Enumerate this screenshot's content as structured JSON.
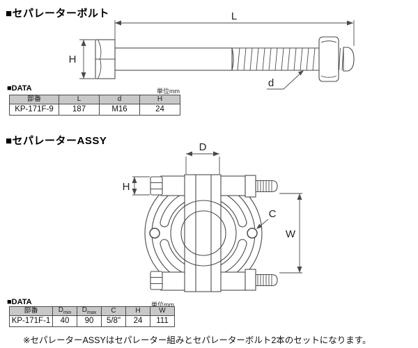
{
  "section1": {
    "title": "■セパレーターボルト"
  },
  "section2": {
    "title": "■セパレーターASSY"
  },
  "table1": {
    "label": "■DATA",
    "unit": "単位mm",
    "headers": [
      "部番",
      "L",
      "d",
      "H"
    ],
    "rows": [
      [
        "KP-171F-9",
        "187",
        "M16",
        "24"
      ]
    ]
  },
  "table2": {
    "label": "■DATA",
    "unit": "単位mm",
    "headers": [
      {
        "main": "部番",
        "sub": ""
      },
      {
        "main": "D",
        "sub": "min"
      },
      {
        "main": "D",
        "sub": "max"
      },
      {
        "main": "C",
        "sub": ""
      },
      {
        "main": "H",
        "sub": ""
      },
      {
        "main": "W",
        "sub": ""
      }
    ],
    "rows": [
      [
        "KP-171F-1",
        "40",
        "90",
        "5/8\"",
        "24",
        "111"
      ]
    ]
  },
  "note": "※セパレーターASSYはセパレーター組みとセパレーターボルト2本のセットになります。",
  "bolt_diagram": {
    "labels": {
      "L": "L",
      "H": "H",
      "d": "d"
    }
  },
  "assy_diagram": {
    "labels": {
      "D": "D",
      "H": "H",
      "C": "C",
      "W": "W"
    }
  },
  "colors": {
    "line": "#4a4a4a",
    "header_bg": "#c8c8c8",
    "text": "#111111"
  }
}
